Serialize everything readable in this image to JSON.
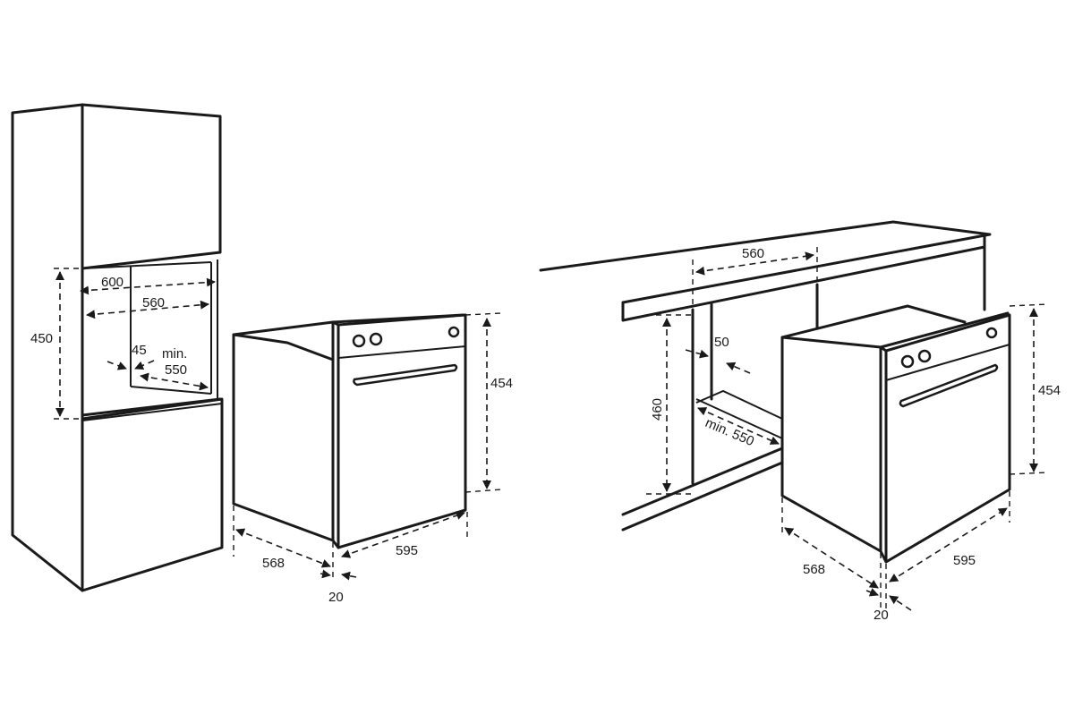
{
  "left_view": {
    "niche_height": "450",
    "cabinet_width": "600",
    "niche_width": "560",
    "rear_gap": "45",
    "min_label": "min.",
    "min_depth": "550",
    "oven_height": "454",
    "oven_depth": "568",
    "oven_width": "595",
    "door_thickness": "20"
  },
  "right_view": {
    "niche_width": "560",
    "rear_gap": "50",
    "niche_height": "460",
    "min_depth": "min. 550",
    "oven_height": "454",
    "oven_depth": "568",
    "oven_width": "595",
    "door_thickness": "20"
  }
}
